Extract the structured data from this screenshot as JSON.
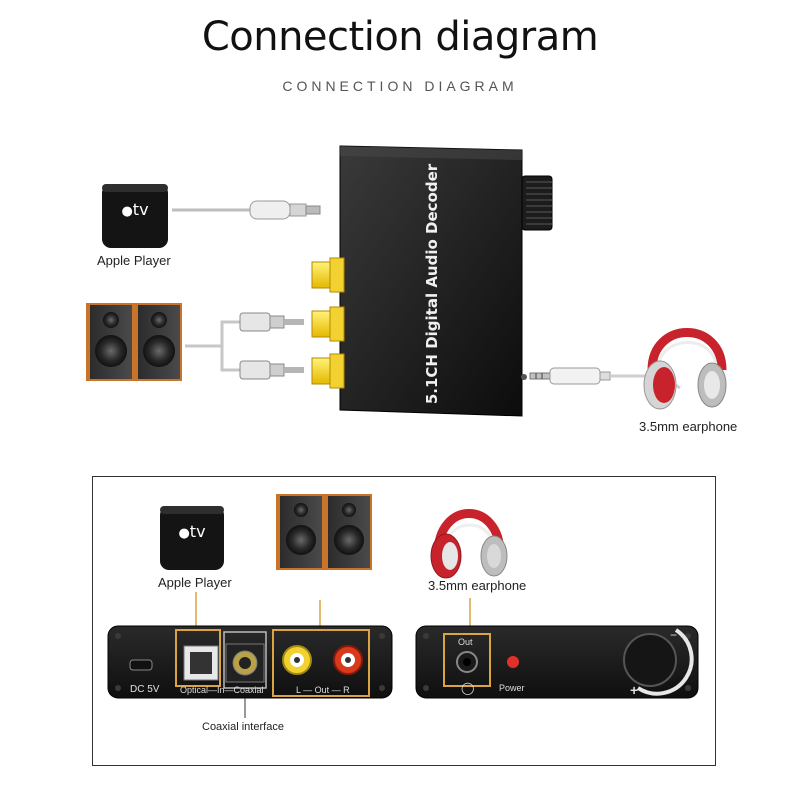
{
  "header": {
    "title": "Connection diagram",
    "subtitle": "CONNECTION DIAGRAM"
  },
  "top_diagram": {
    "device_label": "5.1CH Digital Audio Decoder",
    "apple_player_label": "Apple Player",
    "apple_tv_text": "tv",
    "earphone_label": "3.5mm earphone"
  },
  "bottom_panel": {
    "apple_player_label": "Apple Player",
    "apple_tv_text": "tv",
    "earphone_label": "3.5mm earphone",
    "left_unit": {
      "dc_label": "DC 5V",
      "port_labels": "Optical—In—Coaxial",
      "out_label": "L — Out — R"
    },
    "right_unit": {
      "out_label": "Out",
      "power_label": "Power"
    },
    "coaxial_callout": "Coaxial interface"
  },
  "colors": {
    "highlight_box": "#d9a441",
    "rca_yellow": "#f2d230",
    "rca_red": "#d93a1e",
    "power_led": "#e0302a",
    "headphone_red": "#c8232c",
    "speaker_wood": "#c8742a"
  }
}
